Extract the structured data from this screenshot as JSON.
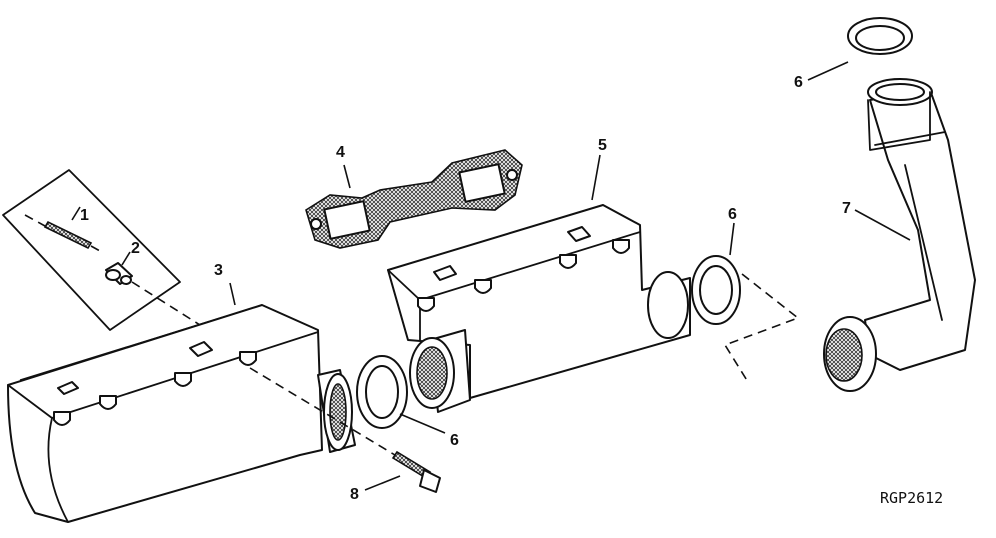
{
  "figure": {
    "drawing_code": "RGP2612",
    "callouts": [
      {
        "id": "1",
        "label": "1"
      },
      {
        "id": "2",
        "label": "2"
      },
      {
        "id": "3",
        "label": "3"
      },
      {
        "id": "4",
        "label": "4"
      },
      {
        "id": "5",
        "label": "5"
      },
      {
        "id": "6a",
        "label": "6"
      },
      {
        "id": "6b",
        "label": "6"
      },
      {
        "id": "6c",
        "label": "6"
      },
      {
        "id": "7",
        "label": "7"
      },
      {
        "id": "8",
        "label": "8"
      }
    ]
  }
}
